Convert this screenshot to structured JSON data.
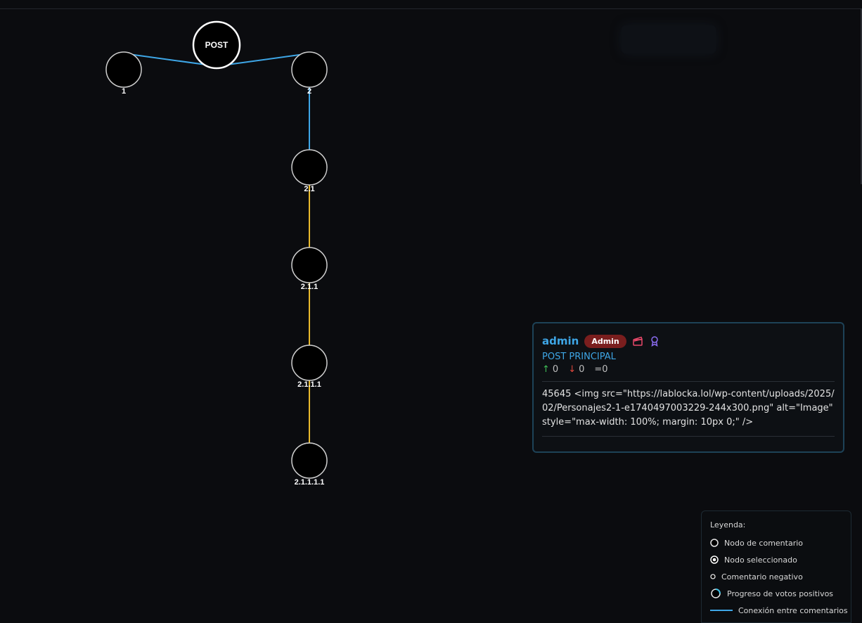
{
  "graph": {
    "root_label": "POST",
    "nodes": [
      {
        "id": "1"
      },
      {
        "id": "2"
      },
      {
        "id": "2.1"
      },
      {
        "id": "2.1.1"
      },
      {
        "id": "2.1.1.1"
      },
      {
        "id": "2.1.1.1.1"
      }
    ],
    "colors": {
      "edge_root": "#3ea6e6",
      "edge_nested": "#e8b92c",
      "node_fill": "#000000",
      "node_stroke": "#cfcfcf"
    }
  },
  "card": {
    "username": "admin",
    "role": "Admin",
    "post_type": "POST PRINCIPAL",
    "votes_up": "0",
    "votes_down": "0",
    "votes_net": "=0",
    "content": "45645 <img src=\"https://lablocka.lol/wp-content/uploads/2025/02/Personajes2-1-e1740497003229-244x300.png\" alt=\"Image\" style=\"max-width: 100%; margin: 10px 0;\" />",
    "icons": [
      "clapperboard-icon",
      "award-icon"
    ]
  },
  "legend": {
    "title": "Leyenda:",
    "items": {
      "comment_node": "Nodo de comentario",
      "selected_node": "Nodo seleccionado",
      "negative_comment": "Comentario negativo",
      "positive_progress": "Progreso de votos positivos",
      "connection": "Conexión entre comentarios"
    }
  }
}
